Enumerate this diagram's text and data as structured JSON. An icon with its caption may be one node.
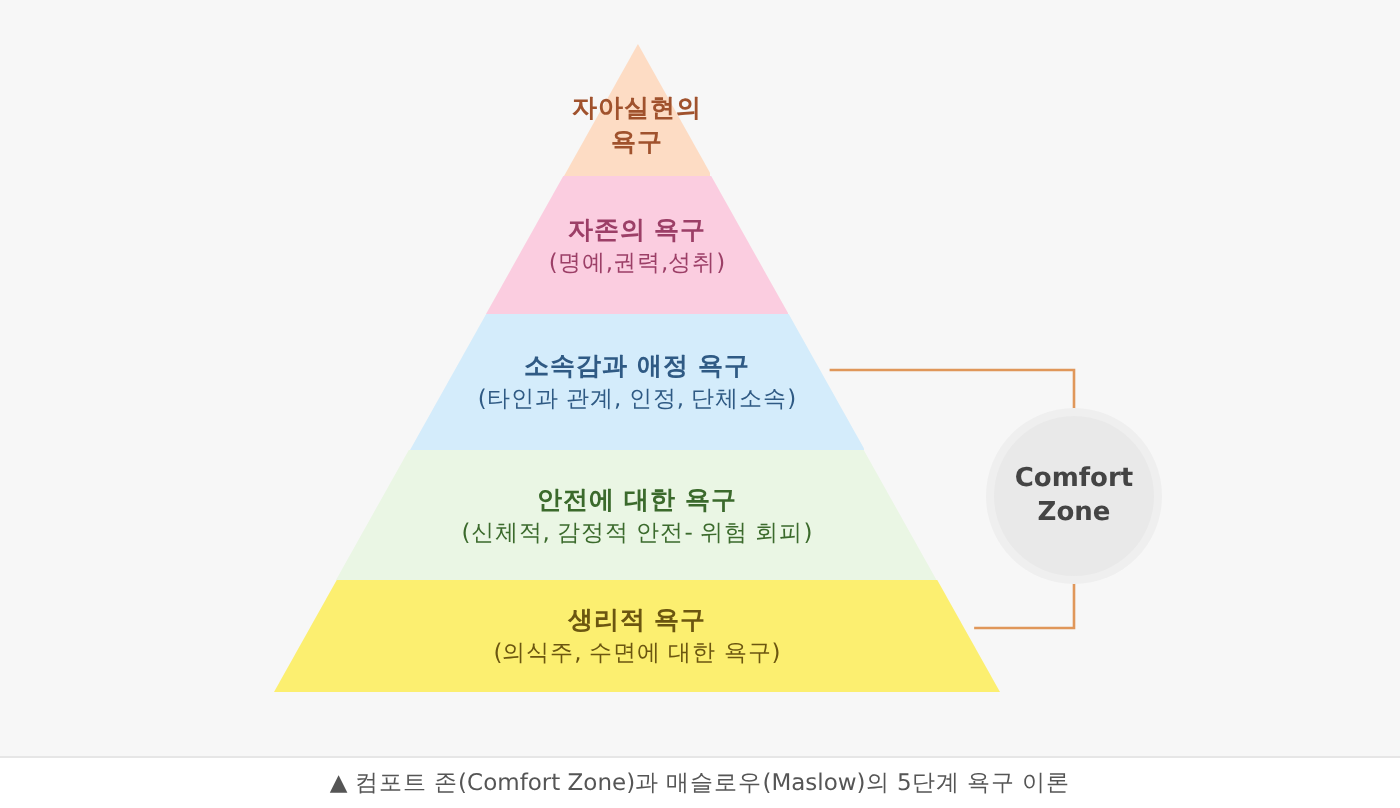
{
  "diagram": {
    "caption": "▲ 컴포트 존(Comfort Zone)과 매슬로우(Maslow)의 5단계 욕구 이론",
    "nodes": [
      {
        "text": [
          "자아실현의 욕구"
        ]
      },
      {
        "text": [
          "자존의 욕구",
          "(명예,권력,성취)"
        ]
      },
      {
        "text": [
          "소속감과 애정 욕구",
          "(타인과 관계, 인정, 단체소속)"
        ]
      },
      {
        "text": [
          "안전에 대한 욕구",
          "(신체적, 감정적 안전- 위험 회피)"
        ]
      },
      {
        "text": [
          "생리적 욕구",
          "(의식주, 수면에 대한 욕구)"
        ]
      },
      {
        "text": [
          "Comfort Zone"
        ]
      }
    ],
    "edges": [
      {
        "from": 2,
        "to": 5,
        "arrow": "none"
      },
      {
        "from": 4,
        "to": 5,
        "arrow": "none"
      }
    ]
  }
}
